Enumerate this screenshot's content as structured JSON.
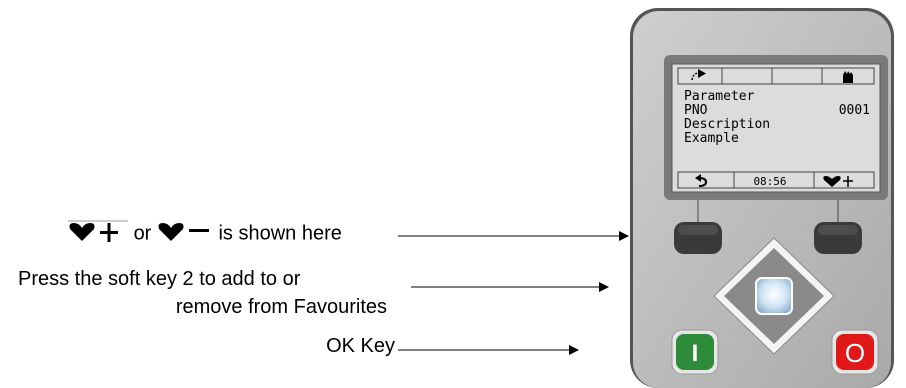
{
  "annotations": {
    "line1": {
      "or_text": "or",
      "shown_text": "is shown here"
    },
    "line2": {
      "line_a": "Press the soft key 2 to add to or",
      "line_b": "remove from Favourites"
    },
    "line3": {
      "text": "OK Key"
    }
  },
  "keypad": {
    "screen": {
      "top_bar_icons": [
        "navigate-arrow-icon",
        "hand-icon"
      ],
      "lines": [
        {
          "left": "Parameter",
          "right": ""
        },
        {
          "left": "PNO",
          "right": "0001"
        },
        {
          "left": "Description",
          "right": ""
        },
        {
          "left": "Example",
          "right": ""
        }
      ],
      "bottom_bar": {
        "back_icon": "back-arrow-icon",
        "time": "08:56",
        "favourite_icon": "heart-plus-icon"
      }
    },
    "start_key_label": "I",
    "stop_key_label": "O",
    "colors": {
      "body": "#bcbcbc",
      "screen": "#dcdcdc",
      "start": "#2e8b3a",
      "stop": "#e01818",
      "softkey": "#3a3a3a"
    }
  }
}
